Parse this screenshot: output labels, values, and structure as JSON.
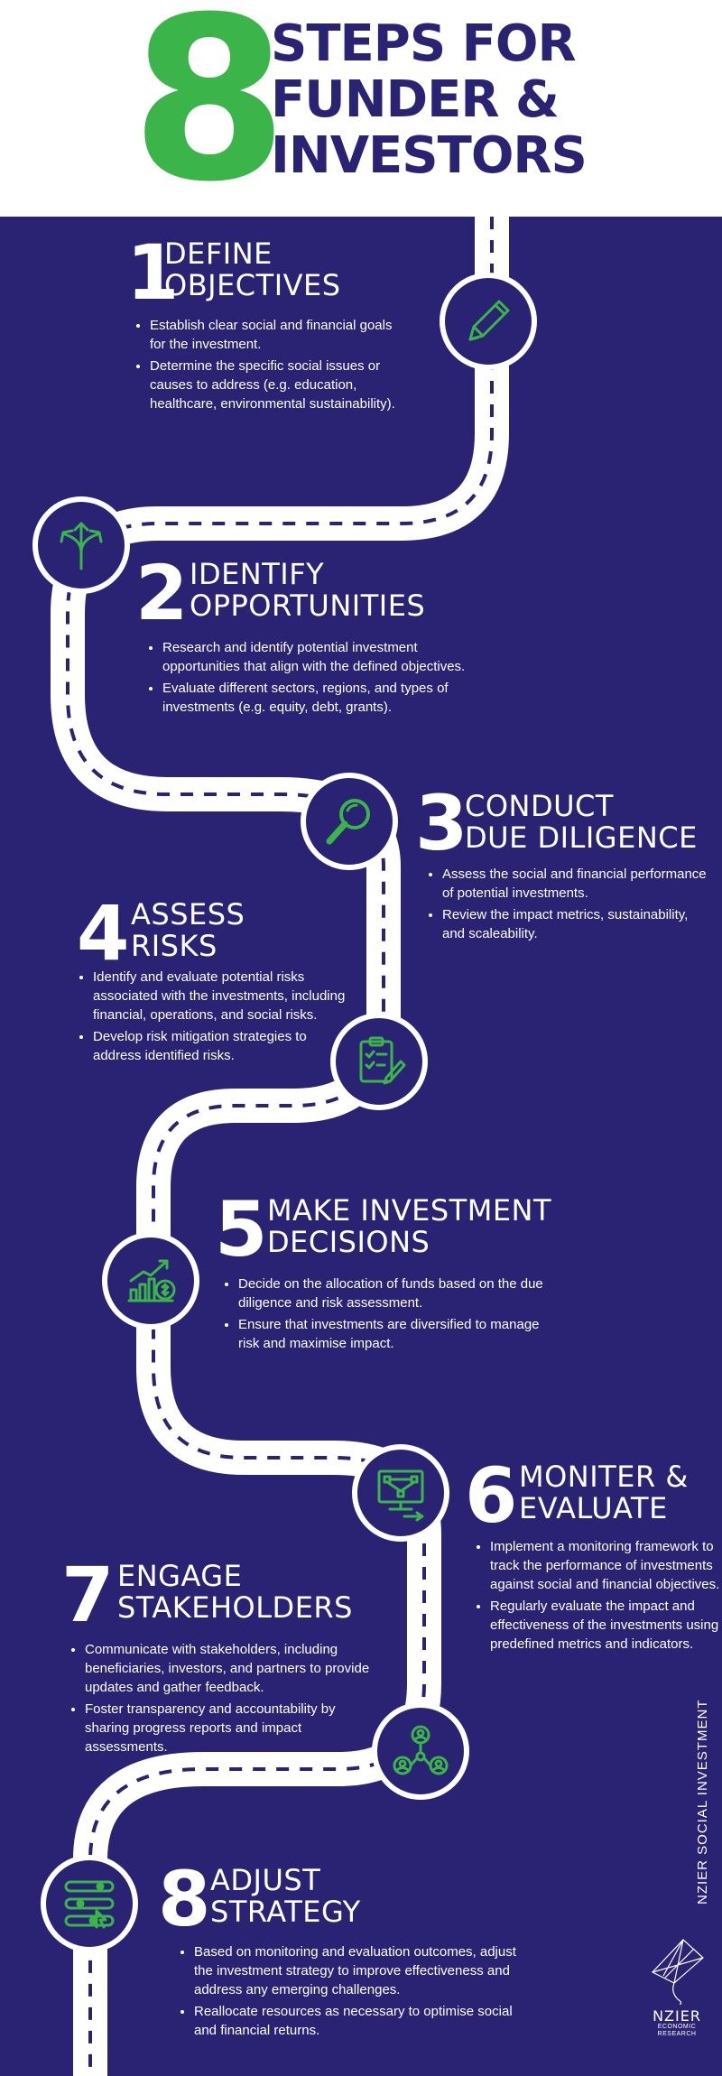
{
  "header": {
    "big_number": "8",
    "title_lines": [
      "STEPS FOR",
      "FUNDER &",
      "INVESTORS"
    ]
  },
  "colors": {
    "background": "#2a2374",
    "accent_green": "#3bb54a",
    "road": "#ffffff",
    "header_bg": "#ffffff"
  },
  "steps": [
    {
      "number": "1",
      "heading_lines": [
        "DEFINE",
        "OBJECTIVES"
      ],
      "icon": "pencil-icon",
      "bullets": [
        "Establish clear social and financial goals for the investment.",
        "Determine the specific social issues or causes to address (e.g. education, healthcare, environmental sustainability)."
      ]
    },
    {
      "number": "2",
      "heading_lines": [
        "IDENTIFY",
        "OPPORTUNITIES"
      ],
      "icon": "split-arrows-icon",
      "bullets": [
        "Research and identify potential investment opportunities that align with the defined objectives.",
        "Evaluate different sectors, regions, and types of investments (e.g. equity, debt, grants)."
      ]
    },
    {
      "number": "3",
      "heading_lines": [
        "CONDUCT",
        "DUE DILIGENCE"
      ],
      "icon": "magnifier-icon",
      "bullets": [
        "Assess the social and financial performance of potential investments.",
        "Review the impact metrics, sustainability, and scaleability."
      ]
    },
    {
      "number": "4",
      "heading_lines": [
        "ASSESS",
        "RISKS"
      ],
      "icon": "checklist-icon",
      "bullets": [
        "Identify and evaluate potential risks associated with the investments, including financial, operations, and social risks.",
        "Develop risk mitigation strategies to address identified risks."
      ]
    },
    {
      "number": "5",
      "heading_lines": [
        "MAKE INVESTMENT",
        "DECISIONS"
      ],
      "icon": "growth-chart-icon",
      "bullets": [
        "Decide on the allocation of funds based on the due diligence and risk assessment.",
        "Ensure that investments are diversified to manage risk and maximise impact."
      ]
    },
    {
      "number": "6",
      "heading_lines": [
        "MONITER &",
        "EVALUATE"
      ],
      "icon": "monitor-design-icon",
      "bullets": [
        "Implement a monitoring framework to track the performance of investments against social and financial objectives.",
        "Regularly evaluate the impact and effectiveness of the investments using predefined metrics and indicators."
      ]
    },
    {
      "number": "7",
      "heading_lines": [
        "ENGAGE",
        "STAKEHOLDERS"
      ],
      "icon": "network-people-icon",
      "bullets": [
        "Communicate with stakeholders, including beneficiaries, investors, and partners to provide updates and gather feedback.",
        "Foster transparency and accountability by sharing progress reports and impact assessments."
      ]
    },
    {
      "number": "8",
      "heading_lines": [
        "ADJUST",
        "STRATEGY"
      ],
      "icon": "sliders-icon",
      "bullets": [
        "Based on monitoring and evaluation outcomes, adjust the investment strategy to improve effectiveness and address any emerging challenges.",
        "Reallocate resources as necessary to optimise social and financial returns."
      ]
    }
  ],
  "side_text": "NZIER SOCIAL INVESTMENT",
  "logo": {
    "name": "NZIER",
    "sub_lines": [
      "ECONOMIC",
      "RESEARCH"
    ]
  }
}
